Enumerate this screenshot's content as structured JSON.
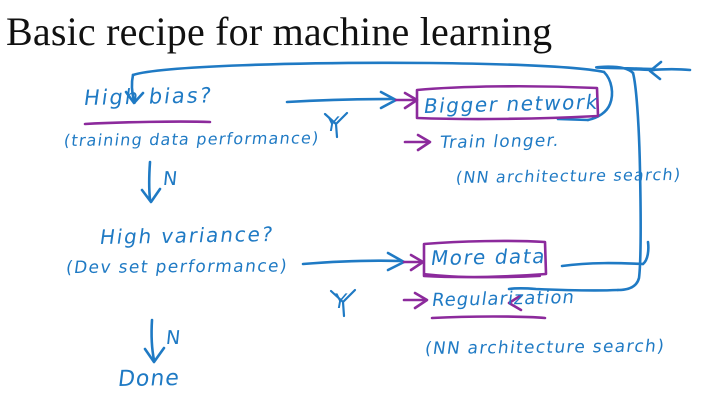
{
  "slide": {
    "title": "Basic recipe for machine learning",
    "title_color": "#111111"
  },
  "ink": {
    "blue": "#1f7ac4",
    "purple": "#8c2a9c"
  },
  "flowchart": {
    "decisions": [
      {
        "id": "high-bias",
        "question": "High bias?",
        "metric": "(training data performance)",
        "underline_color": "#8c2a9c",
        "yes_label": "Y",
        "no_label": "N"
      },
      {
        "id": "high-variance",
        "question": "High variance?",
        "metric": "(Dev set performance)",
        "yes_label": "Y",
        "no_label": "N"
      }
    ],
    "remedies": [
      {
        "id": "bias-remedies",
        "boxed_label": "Bigger network",
        "box_color": "#8c2a9c",
        "items": [
          "Train longer.",
          "(NN architecture search)"
        ]
      },
      {
        "id": "variance-remedies",
        "boxed_label": "More data",
        "box_color": "#8c2a9c",
        "items": [
          "Regularization",
          "(NN architecture search)"
        ]
      }
    ],
    "terminal": "Done"
  }
}
